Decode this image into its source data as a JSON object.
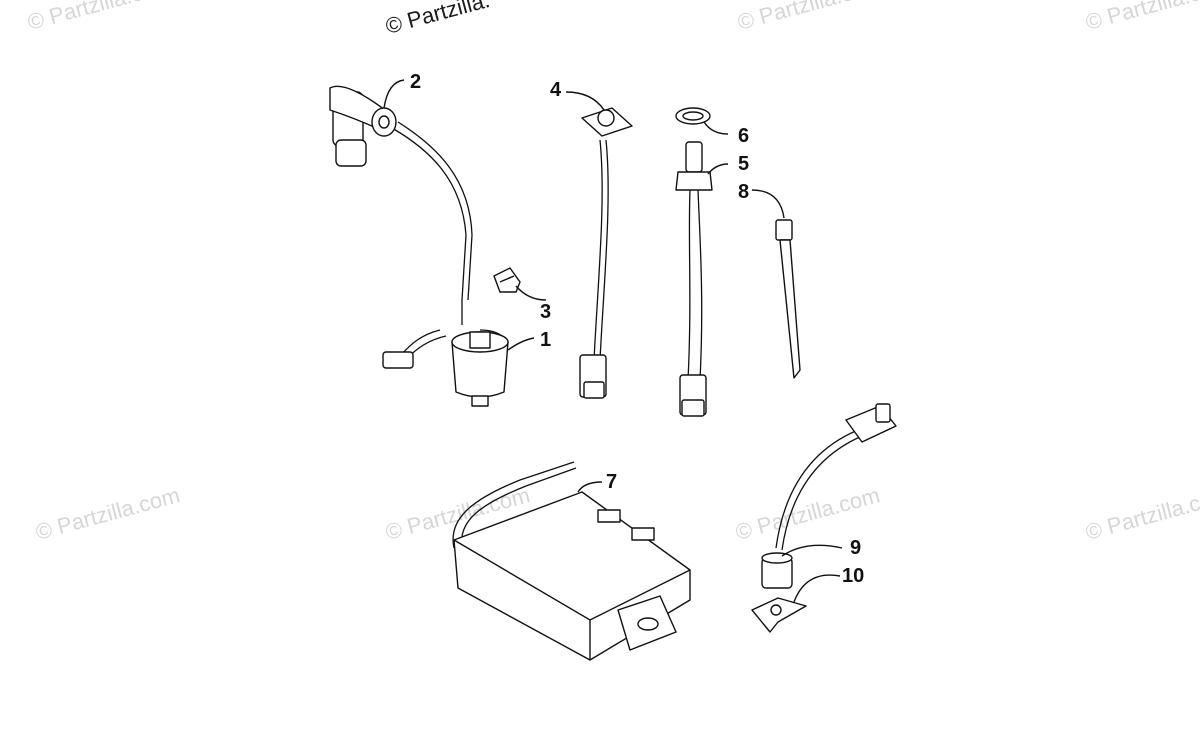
{
  "watermarks": {
    "top_main": "© Partzilla.",
    "repeat": "© Partzilla.com"
  },
  "callouts": {
    "c1": "1",
    "c2": "2",
    "c3": "3",
    "c4": "4",
    "c5": "5",
    "c6": "6",
    "c7": "7",
    "c8": "8",
    "c9": "9",
    "c10": "10"
  }
}
